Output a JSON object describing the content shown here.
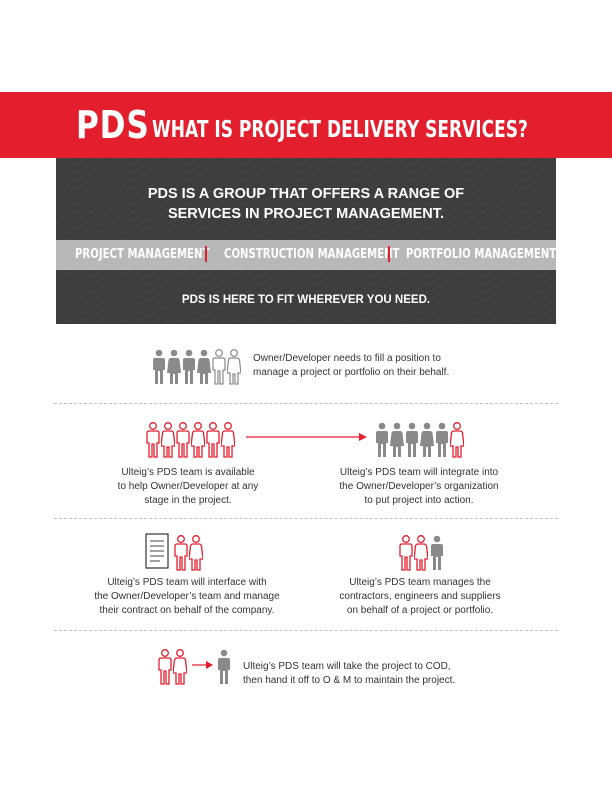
{
  "header": {
    "acronym": "PDS",
    "title": "WHAT IS PROJECT DELIVERY SERVICES?"
  },
  "panel": {
    "headline_line1": "PDS IS A GROUP THAT OFFERS A RANGE OF",
    "headline_line2": "SERVICES IN PROJECT MANAGEMENT.",
    "services": [
      "PROJECT MANAGEMENT",
      "CONSTRUCTION MANAGEMENT",
      "PORTFOLIO MANAGEMENT"
    ],
    "footer": "PDS IS HERE TO FIT WHEREVER YOU NEED."
  },
  "steps": {
    "step1": {
      "line1": "Owner/Developer needs to fill a position to",
      "line2": "manage a project or portfolio on their behalf."
    },
    "step2_left": {
      "line1": "Ulteig’s PDS team is available",
      "line2": "to help Owner/Developer at any",
      "line3": "stage in the project."
    },
    "step2_right": {
      "line1": "Ulteig’s PDS team will integrate into",
      "line2": "the Owner/Developer’s organization",
      "line3": "to put project into action."
    },
    "step3_left": {
      "line1": "Ulteig’s PDS team will interface with",
      "line2": "the Owner/Developer’s team and manage",
      "line3": "their contract on behalf of the company."
    },
    "step3_right": {
      "line1": "Ulteig’s PDS team manages the",
      "line2": "contractors, engineers and suppliers",
      "line3": "on behalf of a project or portfolio."
    },
    "step4": {
      "line1": "Ulteig’s PDS team will take the project to COD,",
      "line2": "then hand it off to O & M to maintain the project."
    }
  },
  "colors": {
    "brand_red": "#e31e2d",
    "panel_dark": "#3d3d3e",
    "bar_gray": "#b8b8b9",
    "person_gray": "#8a8a8a"
  },
  "icons": [
    "person-icon",
    "document-icon",
    "arrow-right-icon"
  ]
}
